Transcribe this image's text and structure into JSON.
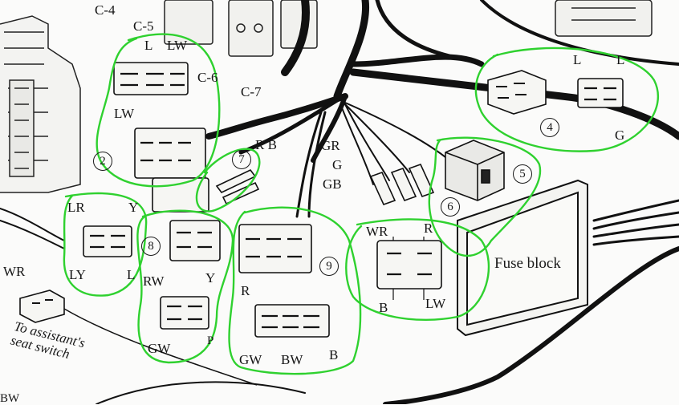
{
  "connector_refs": [
    "C-4",
    "C-5",
    "C-6",
    "C-7"
  ],
  "wire_codes": {
    "c2_top_left": "L",
    "c2_top_right": "LW",
    "c2_side": "LW",
    "c4_left": "L",
    "c4_right": "L",
    "c4_bottom": "G",
    "rb": "R B",
    "gr": "GR",
    "g": "G",
    "gb": "GB",
    "lr": "LR",
    "y_left": "Y",
    "ly": "LY",
    "l_left": "L",
    "wr_left": "WR",
    "rw": "RW",
    "y8": "Y",
    "gw8": "GW",
    "p8": "P",
    "r9": "R",
    "gw9": "GW",
    "bw9": "BW",
    "b9": "B",
    "wr6": "WR",
    "r6": "R",
    "b6": "B",
    "lw6": "LW",
    "bottom_left": "BW"
  },
  "callouts": [
    "2",
    "4",
    "5",
    "6",
    "7",
    "8",
    "9"
  ],
  "fuse_block": "Fuse block",
  "seat_switch_line1": "To assistant's",
  "seat_switch_line2": "seat switch",
  "highlight_color": "#2fd12f",
  "harness_color": "#111111"
}
